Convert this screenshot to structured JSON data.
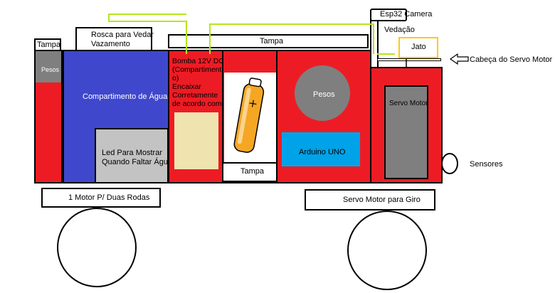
{
  "labels": {
    "tampa_left": "Tampa",
    "pesos_left": "Pesos",
    "rosca": "Rosca para Vedar\nVazamento",
    "tampa_top": "Tampa",
    "compartimento_agua": "Compartimento de Água",
    "led": "Led Para Mostrar\nQuando Faltar Água",
    "bomba": "Bomba 12V DC\n(Compartiment\no)\nEncaixar\nCorretamente\nde acordo com",
    "tampa_mid": "Tampa",
    "pesos_mid": "Pesos",
    "arduino": "Arduino UNO",
    "esp32": "Esp32 Camera",
    "vedacao": "Vedação",
    "jato": "Jato",
    "cabeca_servo": "Cabeça do Servo Motor",
    "servo_motor": "Servo Motor",
    "sensores": "Sensores",
    "motor_rodas": "1 Motor P/ Duas Rodas",
    "servo_giro": "Servo Motor para Giro"
  },
  "colors": {
    "body_red": "#ed1c24",
    "water_blue": "#3f48cc",
    "led_gray": "#c3c3c3",
    "pump_tan": "#efe4b0",
    "weight_gray": "#7f7f7f",
    "arduino_blue": "#00a2e8",
    "wire_green": "#b5e61d",
    "jet_yellow": "#ffc90e",
    "battery_orange": "#f5a623"
  }
}
